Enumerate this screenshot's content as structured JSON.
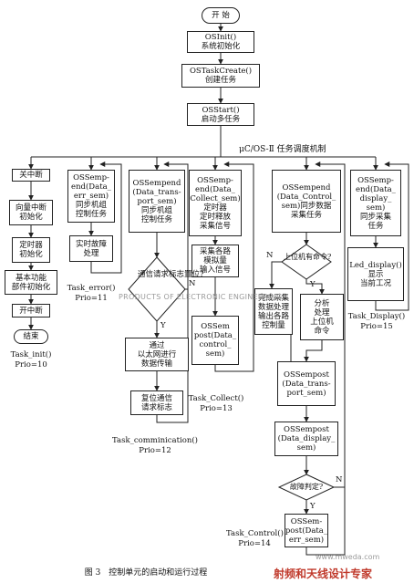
{
  "nodes": {
    "start": [
      "开 始"
    ],
    "osinit": [
      "OSInit()",
      "系统初始化"
    ],
    "taskcreate": [
      "OSTaskCreate()",
      "创建任务"
    ],
    "osstart": [
      "OSStart()",
      "启动多任务"
    ],
    "close_int": [
      "关中断"
    ],
    "vec_init": [
      "向量中断",
      "初始化"
    ],
    "timer_init": [
      "定时器",
      "初始化"
    ],
    "basic_init": [
      "基本功能",
      "部件初始化"
    ],
    "open_int": [
      "开中断"
    ],
    "end": [
      "结束"
    ],
    "err_pend": [
      "OSSemp-",
      "end(Data_",
      "err_sem)",
      "同步机组",
      "控制任务"
    ],
    "err_handle": [
      "实时故障",
      "处理"
    ],
    "trans_pend": [
      "OSSempend",
      "(Data_trans-",
      "port_sem)",
      "同步机组",
      "控制任务"
    ],
    "eth_send": [
      "通过",
      "以太网进行",
      "数据传输"
    ],
    "reset_flag": [
      "复位通信",
      "请求标志"
    ],
    "collect_pend": [
      "OSSemp-",
      "end(Data_",
      "Collect_sem)",
      "定时器",
      "定时释放",
      "采集信号"
    ],
    "collect_io": [
      "采集各路",
      "模拟量",
      "输入信号"
    ],
    "ctrl_post": [
      "OSSem",
      "post(Data_",
      "control_",
      "sem)"
    ],
    "control_pend": [
      "OSSempend",
      "(Data_Control_",
      "sem)同步数据",
      "采集任务"
    ],
    "ctrl_process": [
      "完成采集",
      "数据处理",
      "输出各路",
      "控制量"
    ],
    "analyze_cmd": [
      "分析",
      "处理",
      "上位机",
      "命令"
    ],
    "trans_post": [
      "OSSempost",
      "(Data_trans-",
      "port_sem)"
    ],
    "disp_post": [
      "OSSempost",
      "(Data_display_",
      "sem)"
    ],
    "err_post": [
      "OSSem-",
      "post(Data_",
      "err_sem)"
    ],
    "display_pend": [
      "OSSemp-",
      "end(Data_",
      "display_",
      "sem)",
      "同步采集",
      "任务"
    ],
    "led_display": [
      "Led_display()",
      "显示",
      "当前工况"
    ]
  },
  "decisions": {
    "comm_request": [
      "通信",
      "请求",
      "标志",
      "置位?"
    ],
    "host_cmd": [
      "上位机",
      "有命令?"
    ],
    "fault": [
      "故障判定?"
    ]
  },
  "labels": {
    "kernel": "μC/OS-Ⅱ 任务调度机制",
    "task_init": [
      "Task_init()",
      "Prio=10"
    ],
    "task_error": [
      "Task_error()",
      "Prio=11"
    ],
    "task_comm": [
      "Task_comminication()",
      "Prio=12"
    ],
    "task_collect": [
      "Task_Collect()",
      "Prio=13"
    ],
    "task_control": [
      "Task_Control()",
      "Prio=14"
    ],
    "task_display": [
      "Task_Display()",
      "Prio=15"
    ],
    "yes": "Y",
    "no": "N",
    "caption": "图 3　控制单元的启动和运行过程",
    "watermark_mid": "PRODUCTS OF ELECTRONIC ENGINEERING",
    "watermark_logo": "射频和天线设计专家",
    "watermark_url": "www.mweda.com"
  },
  "colors": {
    "line": "#222222",
    "watermark": "#c0392b",
    "watermark_gray": "#9a9a9a"
  }
}
